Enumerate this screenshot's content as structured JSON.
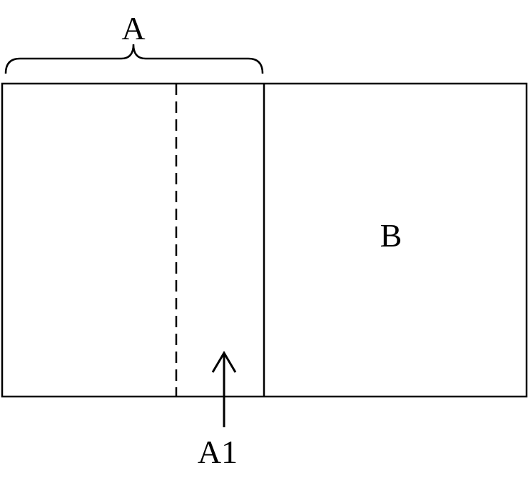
{
  "labels": {
    "brace_label": "A",
    "right_region_label": "B",
    "arrow_label": "A1"
  },
  "colors": {
    "stroke": "#000000",
    "background": "#ffffff"
  }
}
